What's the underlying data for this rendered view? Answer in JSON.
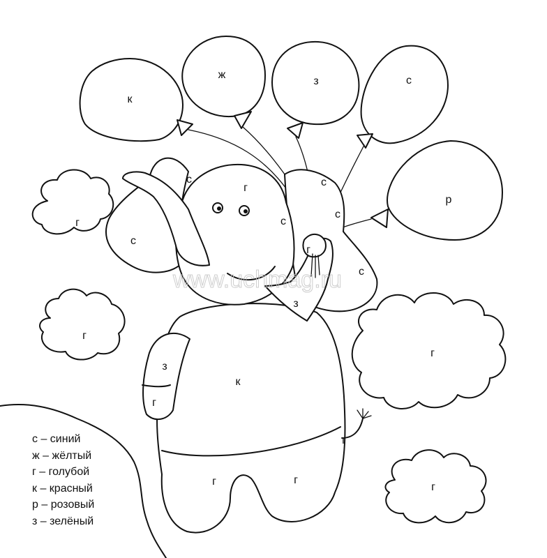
{
  "watermark": "www.uchmag.ru",
  "regions": {
    "balloon_1": "к",
    "balloon_2": "ж",
    "balloon_3": "з",
    "balloon_4": "с",
    "balloon_5": "р",
    "cloud_left_top": "г",
    "cloud_left_mid": "г",
    "cloud_right_big": "г",
    "cloud_right_small": "г",
    "ear_left_top": "с",
    "ear_left": "с",
    "head": "г",
    "ear_right_top": "с",
    "ear_right_mid": "с",
    "ear_right_small": "с",
    "ear_right_low": "с",
    "trunk_tip": "г",
    "arm_right": "з",
    "arm_left": "з",
    "arm_left_lower": "г",
    "body": "к",
    "tail": "г",
    "leg_left": "г",
    "leg_right": "г"
  },
  "legend": [
    "с – синий",
    "ж – жёлтый",
    "г – голубой",
    "к – красный",
    "р – розовый",
    "з – зелёный"
  ]
}
